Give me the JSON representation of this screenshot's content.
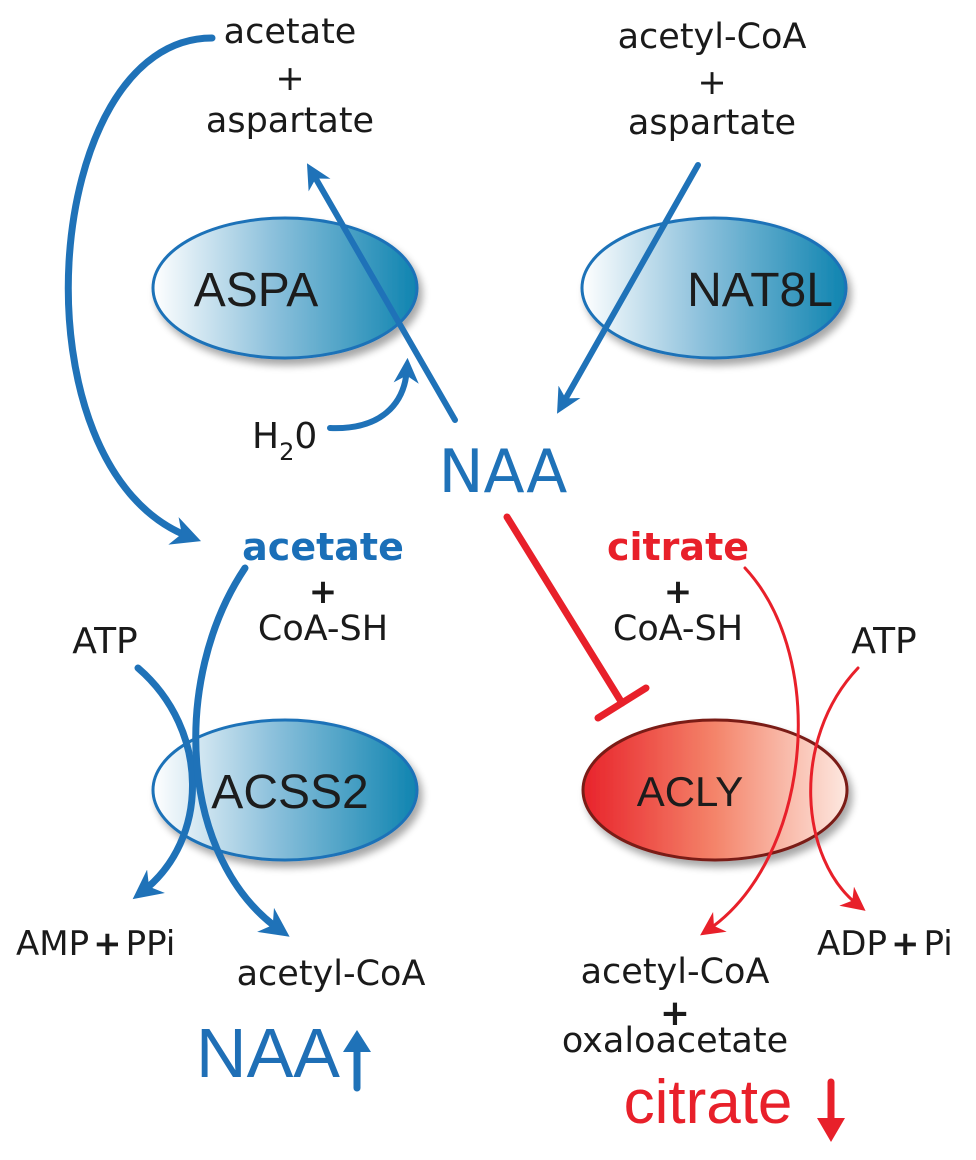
{
  "enzymes": {
    "aspa": "ASPA",
    "nat8l": "NAT8L",
    "acss2": "ACSS2",
    "acly": "ACLY"
  },
  "substrates": {
    "top_left_acetate": "acetate",
    "top_left_plus": "+",
    "top_left_aspartate": "aspartate",
    "top_right_acetyl_coa": "acetyl-CoA",
    "top_right_plus": "+",
    "top_right_aspartate": "aspartate",
    "water_h": "H",
    "water_sub": "2",
    "water_o": "0",
    "naa_center": "NAA",
    "acetate_bold": "acetate",
    "acetate_plus": "+",
    "acetate_coash": "CoA-SH",
    "citrate_bold": "citrate",
    "citrate_plus": "+",
    "citrate_coash": "CoA-SH",
    "atp_left": "ATP",
    "atp_right": "ATP",
    "amp": "AMP",
    "amp_plus": "+",
    "ppi": "PPi",
    "acetyl_coa_left": "acetyl-CoA",
    "adp": "ADP",
    "adp_plus": "+",
    "pi": "Pi",
    "acetyl_coa_right": "acetyl-CoA",
    "right_plus": "+",
    "oxaloacetate": "oxaloacetate"
  },
  "summary": {
    "naa_label": "NAA",
    "citrate_label": "citrate"
  },
  "colors": {
    "blue": "#1f72b8",
    "red": "#e8202a"
  }
}
